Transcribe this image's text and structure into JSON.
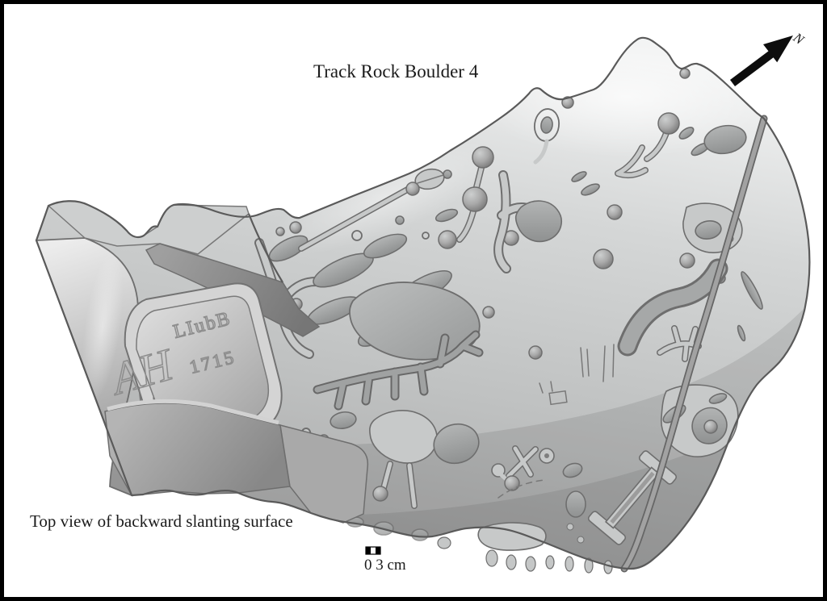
{
  "title": "Track Rock Boulder 4",
  "caption": "Top view of backward slanting surface",
  "north_arrow": {
    "label": "N"
  },
  "scale_bar": {
    "label": "0 3 cm"
  },
  "inscription": {
    "upper": "LIubB",
    "monogram": "AH",
    "year": "1715"
  },
  "colors": {
    "frame": "#000000",
    "background": "#ffffff",
    "text": "#1b1b1b",
    "arrow": "#0d0d0d",
    "rock_highlight": "#f2f3f3",
    "rock_light": "#d5d7d7",
    "rock_mid": "#bfc1c1",
    "rock_shadow": "#9a9a9a",
    "glyph_outline": "#6e6e6e"
  }
}
